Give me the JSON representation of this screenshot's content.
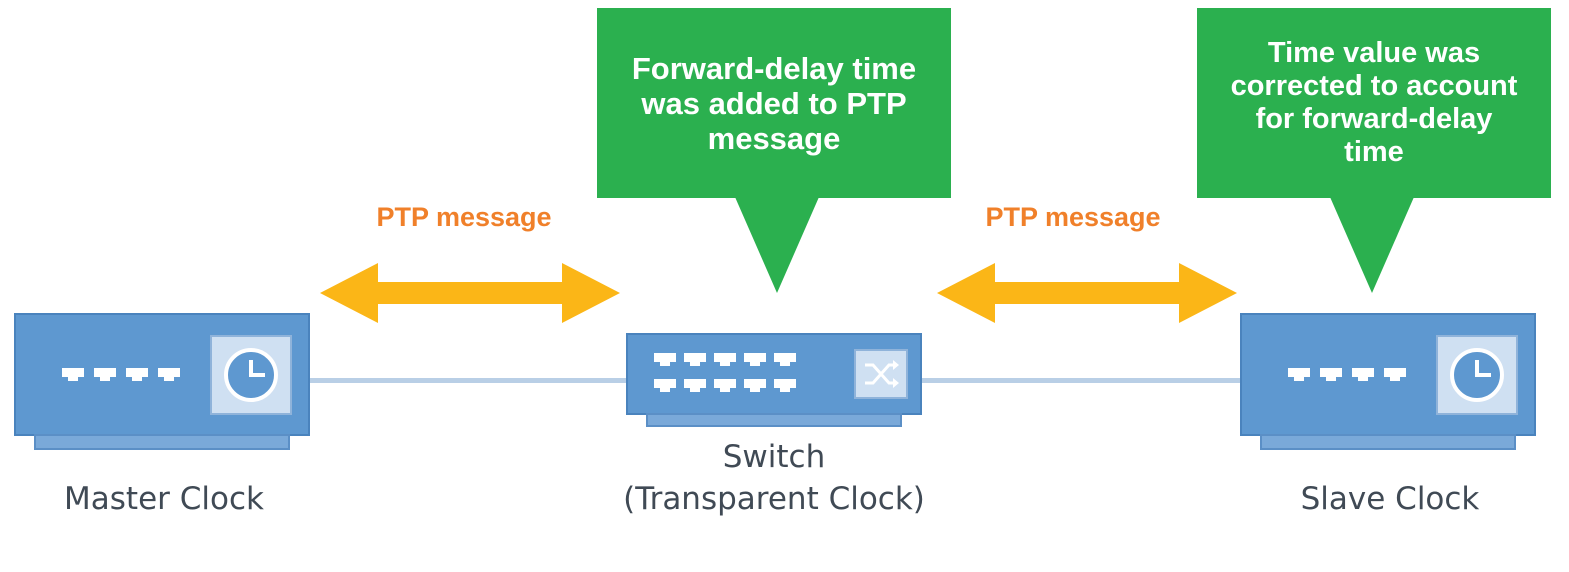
{
  "callouts": {
    "switch_note": "Forward-delay time\nwas added to PTP\nmessage",
    "slave_note": "Time value was\ncorrected to account\nfor forward-delay\ntime"
  },
  "links": {
    "left_label": "PTP message",
    "right_label": "PTP message"
  },
  "devices": {
    "master": {
      "label": "Master Clock",
      "icon": "clock-icon"
    },
    "switch": {
      "label": "Switch\n(Transparent Clock)",
      "icon": "shuffle-icon"
    },
    "slave": {
      "label": "Slave Clock",
      "icon": "clock-icon"
    }
  },
  "colors": {
    "callout": "#2bb04f",
    "arrow": "#fbb617",
    "ptp_label": "#f0802a",
    "device": "#5e98d0",
    "link": "#b9cfe6"
  }
}
